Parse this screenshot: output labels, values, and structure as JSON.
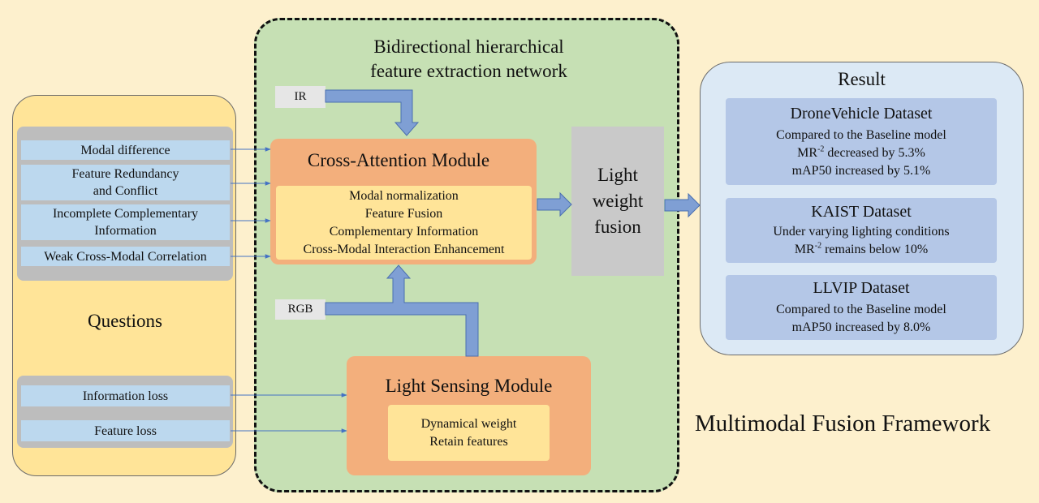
{
  "network": {
    "title_line1": "Bidirectional hierarchical",
    "title_line2": "feature extraction network",
    "ir_label": "IR",
    "rgb_label": "RGB",
    "cross_attention": {
      "title": "Cross-Attention Module",
      "items": [
        "Modal normalization",
        "Feature Fusion",
        "Complementary Information",
        "Cross-Modal Interaction Enhancement"
      ]
    },
    "light_weight_fusion": {
      "line1": "Light",
      "line2": "weight",
      "line3": "fusion"
    },
    "light_sensing": {
      "title": "Light Sensing Module",
      "items": [
        "Dynamical weight",
        "Retain features"
      ]
    }
  },
  "questions": {
    "title": "Questions",
    "group1": [
      {
        "line1": "Modal difference"
      },
      {
        "line1": "Feature Redundancy",
        "line2": "and Conflict"
      },
      {
        "line1": "Incomplete Complementary",
        "line2": "Information"
      },
      {
        "line1": "Weak Cross-Modal Correlation"
      }
    ],
    "group2": [
      {
        "line1": "Information loss"
      },
      {
        "line1": "Feature loss"
      }
    ]
  },
  "result": {
    "title": "Result",
    "drone": {
      "title": "DroneVehicle Dataset",
      "line1": "Compared to the Baseline model",
      "line2_prefix": "MR",
      "line2_sup": "-2",
      "line2_suffix": " decreased by 5.3%",
      "line3": "mAP50 increased by 5.1%"
    },
    "kaist": {
      "title": "KAIST Dataset",
      "line1": "Under varying lighting conditions",
      "line2_prefix": "MR",
      "line2_sup": "-2",
      "line2_suffix": " remains below 10%"
    },
    "llvip": {
      "title": "LLVIP Dataset",
      "line1": "Compared to the Baseline model",
      "line2": "mAP50 increased by 8.0%"
    }
  },
  "footer_title": "Multimodal Fusion Framework",
  "colors": {
    "background": "#fdf0cd",
    "questions_fill": "#ffe498",
    "network_fill": "#c6e0b4",
    "module_fill": "#f3af7c",
    "result_fill": "#dce9f5",
    "result_box": "#b4c7e7",
    "question_item": "#bcd8ee",
    "arrow": "#7f9fd4",
    "connector": "#4472c4"
  }
}
